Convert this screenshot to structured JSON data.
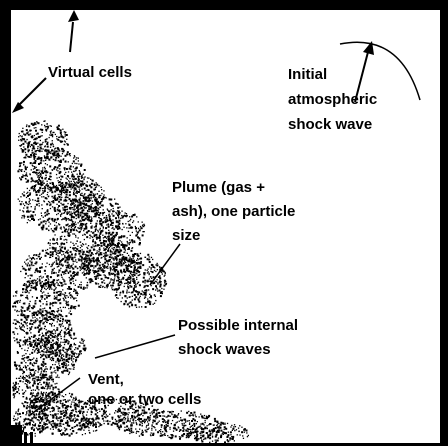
{
  "figure": {
    "labels": {
      "virtual_cells": "Virtual cells",
      "initial_1": "Initial",
      "initial_2": "atmospheric",
      "initial_3": "shock wave",
      "plume_1": "Plume (gas +",
      "plume_2": "ash), one particle",
      "plume_3": "size",
      "internal_1": "Possible internal",
      "internal_2": "shock waves",
      "vent_1": "Vent,",
      "vent_2": "one or two cells"
    },
    "colors": {
      "ink": "#000000",
      "background": "#ffffff"
    }
  }
}
